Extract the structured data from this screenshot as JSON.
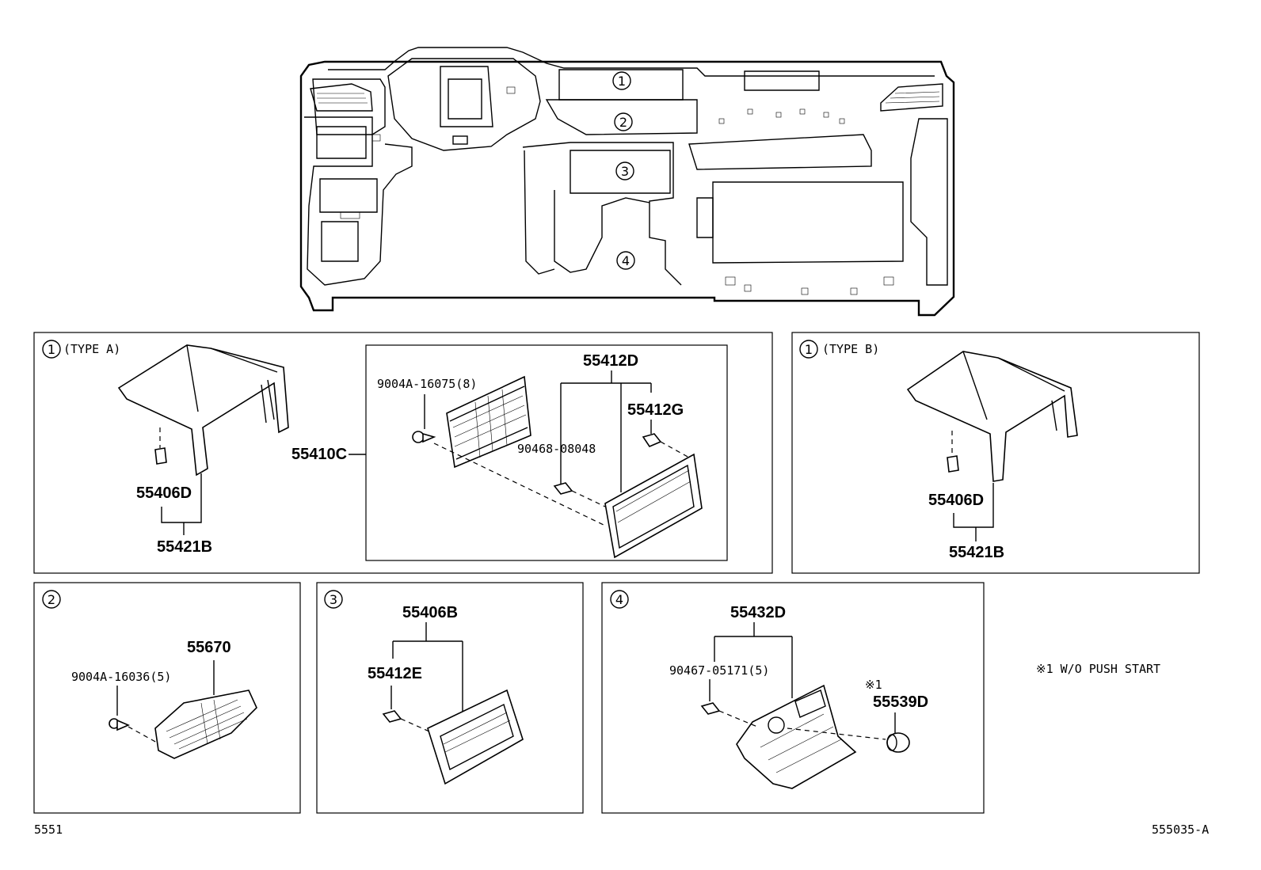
{
  "callouts": {
    "top_1": "1",
    "top_2": "2",
    "top_3": "3",
    "top_4": "4"
  },
  "panel_1a": {
    "marker": "1",
    "type_label": "(TYPE A)",
    "part_55406D": "55406D",
    "part_55421B": "55421B",
    "part_55410C": "55410C",
    "inner": {
      "part_55412D": "55412D",
      "part_9004A_16075": "9004A-16075(8)",
      "part_55412G": "55412G",
      "part_90468": "90468-08048"
    }
  },
  "panel_1b": {
    "marker": "1",
    "type_label": "(TYPE B)",
    "part_55406D": "55406D",
    "part_55421B": "55421B"
  },
  "panel_2": {
    "marker": "2",
    "part_55670": "55670",
    "part_9004A_16036": "9004A-16036(5)"
  },
  "panel_3": {
    "marker": "3",
    "part_55406B": "55406B",
    "part_55412E": "55412E"
  },
  "panel_4": {
    "marker": "4",
    "part_55432D": "55432D",
    "part_90467": "90467-05171(5)",
    "note_mark": "※1",
    "part_55539D": "55539D"
  },
  "footnote": "※1 W/O PUSH START",
  "page_code": "5551",
  "drawing_code": "555035-A"
}
